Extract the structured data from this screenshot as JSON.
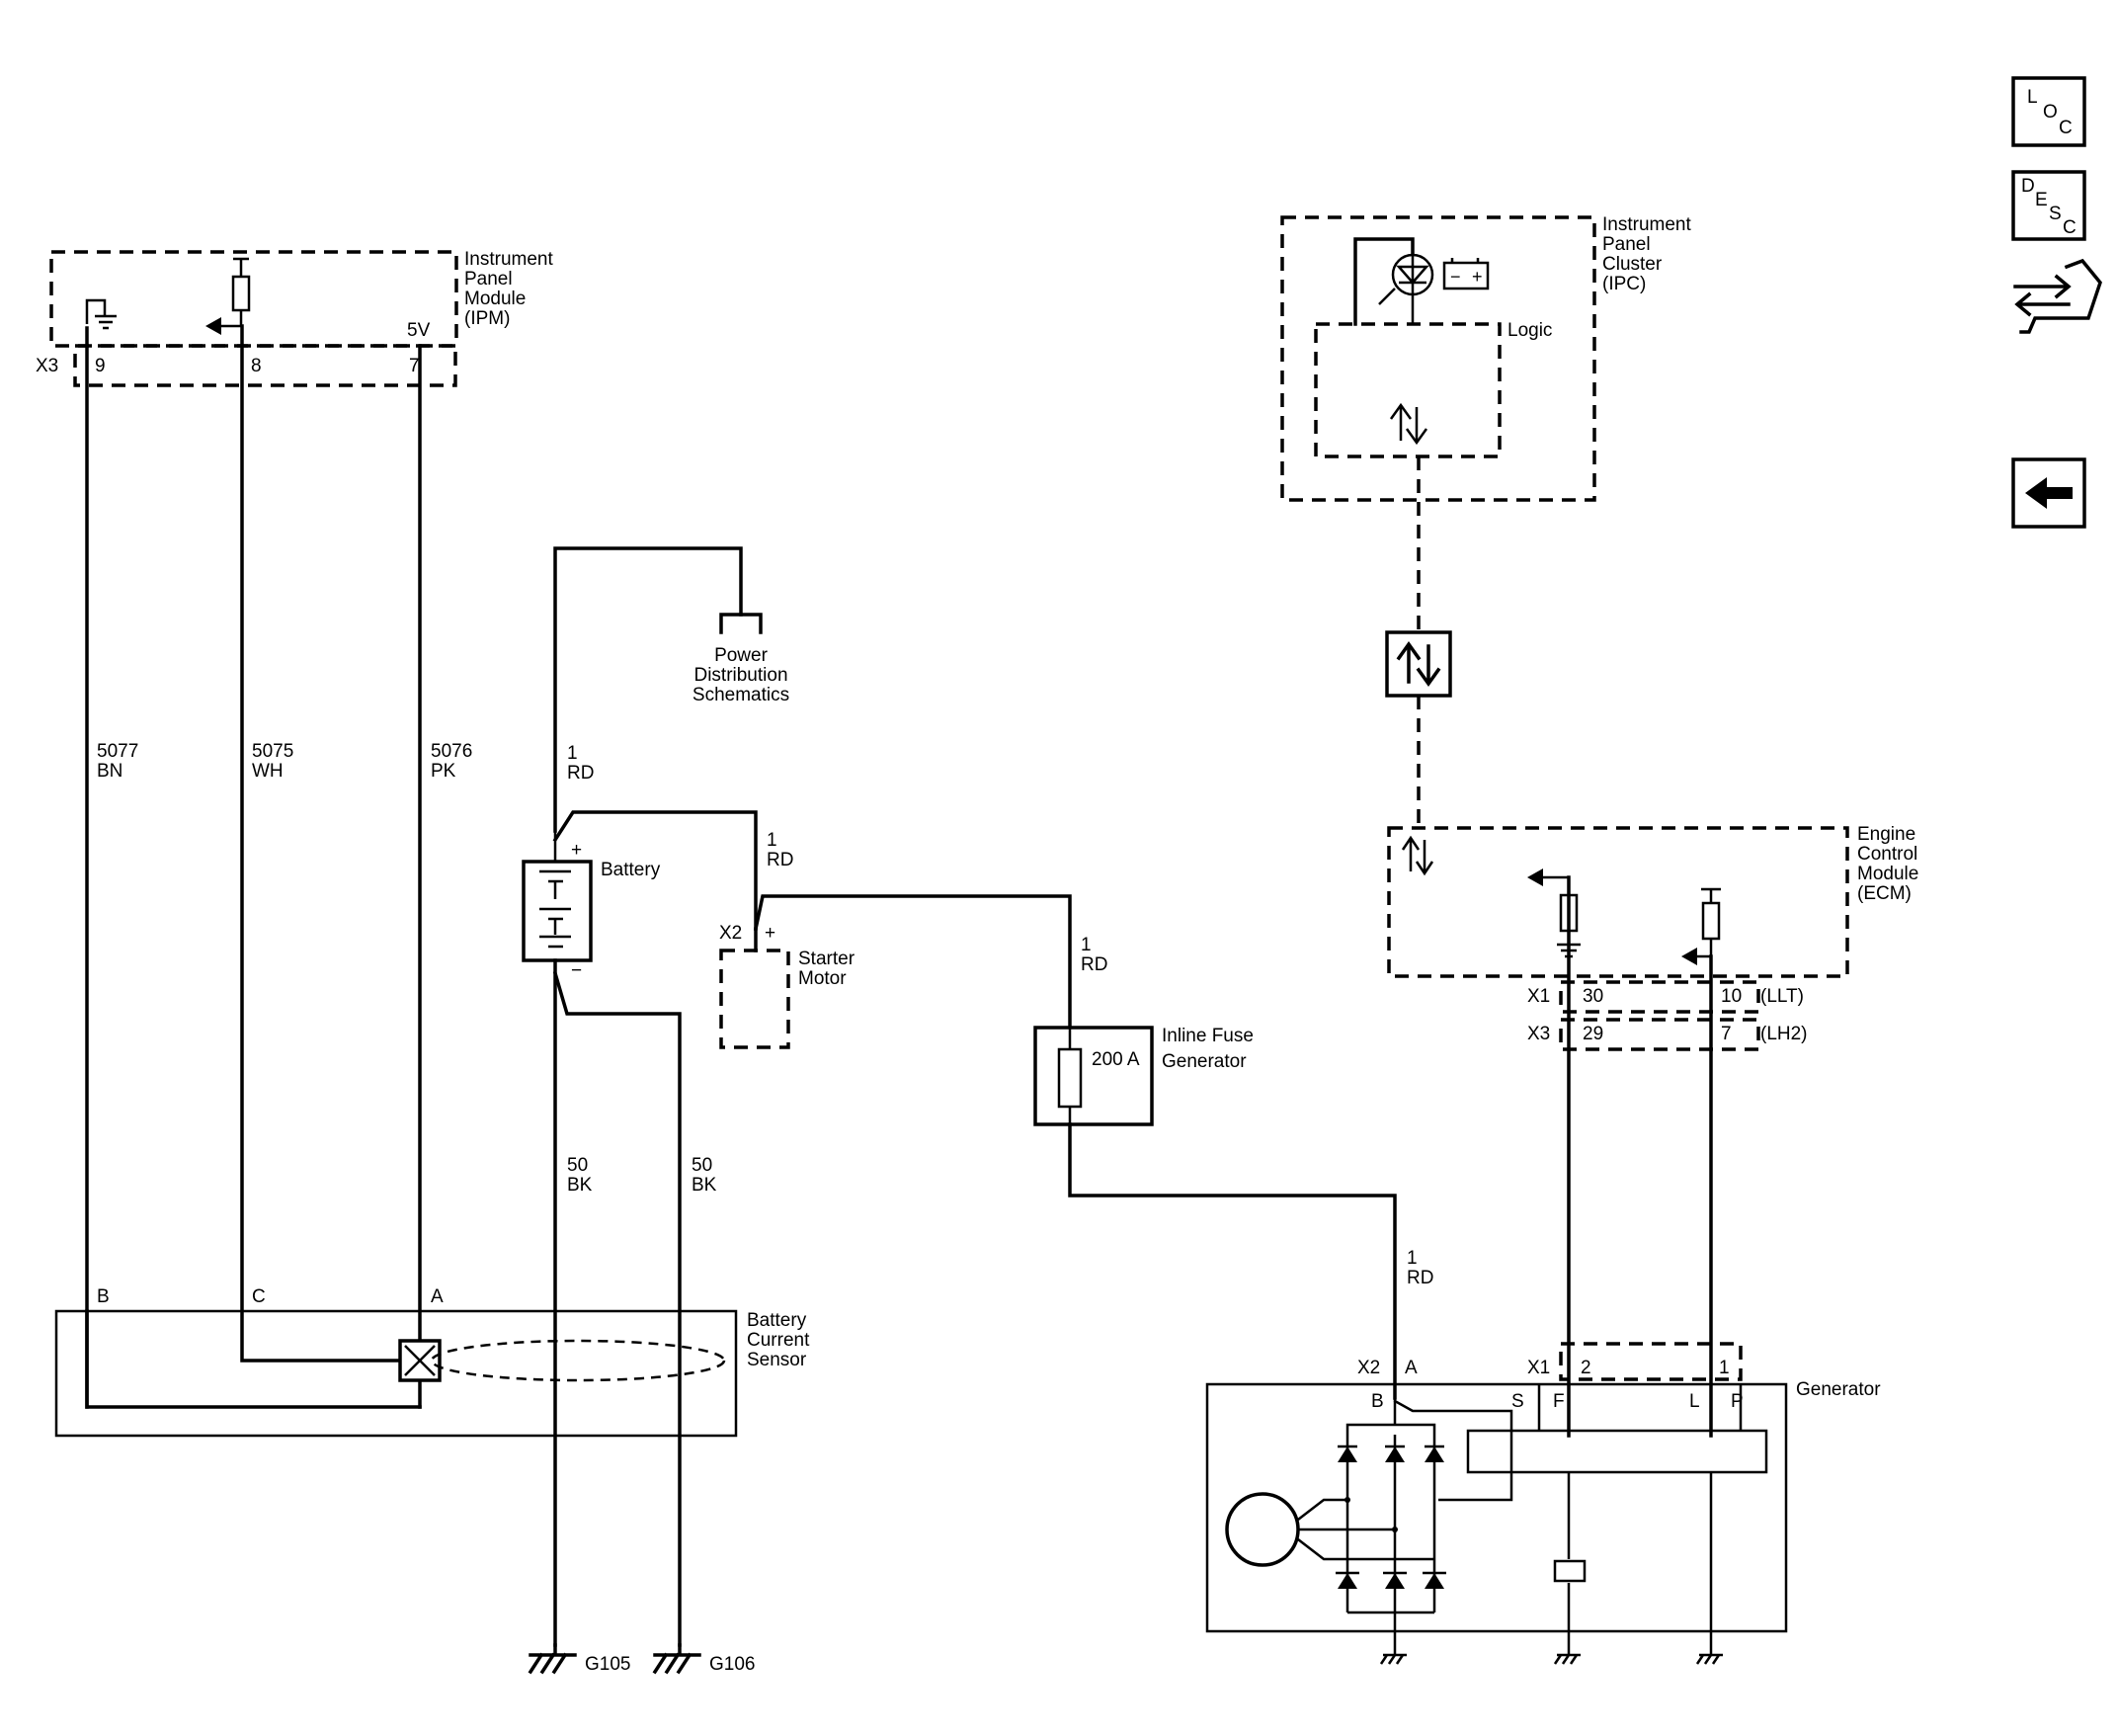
{
  "nav": {
    "loc_letters": [
      "L",
      "O",
      "C"
    ],
    "desc_letters": [
      "D",
      "E",
      "S",
      "C"
    ],
    "icons": [
      "loc-icon",
      "desc-icon",
      "connector-view-icon",
      "back-arrow-icon"
    ]
  },
  "ipm": {
    "name_lines": [
      "Instrument",
      "Panel",
      "Module",
      "(IPM)"
    ],
    "connector": "X3",
    "pins": [
      "9",
      "8",
      "7"
    ],
    "ref_label": "5V"
  },
  "wires": {
    "w5077": [
      "5077",
      "BN"
    ],
    "w5075": [
      "5075",
      "WH"
    ],
    "w5076": [
      "5076",
      "PK"
    ],
    "rd_battery": [
      "1",
      "RD"
    ],
    "rd_starter": [
      "1",
      "RD"
    ],
    "rd_fuse": [
      "1",
      "RD"
    ],
    "rd_generator": [
      "1",
      "RD"
    ],
    "bk_left": [
      "50",
      "BK"
    ],
    "bk_right": [
      "50",
      "BK"
    ]
  },
  "power_distribution": [
    "Power",
    "Distribution",
    "Schematics"
  ],
  "battery": {
    "label": "Battery",
    "plus": "+",
    "minus": "−"
  },
  "starter": {
    "connector": "X2",
    "plus": "+",
    "name_lines": [
      "Starter",
      "Motor"
    ]
  },
  "fuse": {
    "rating": "200 A",
    "name_lines": [
      "Inline Fuse",
      "Generator"
    ]
  },
  "sensor": {
    "name_lines": [
      "Battery",
      "Current",
      "Sensor"
    ],
    "pins": [
      "B",
      "C",
      "A"
    ]
  },
  "grounds": [
    "G105",
    "G106"
  ],
  "ipc": {
    "name_lines": [
      "Instrument",
      "Panel",
      "Cluster",
      "(IPC)"
    ],
    "logic": "Logic",
    "battery_minus": "−",
    "battery_plus": "+"
  },
  "ecm": {
    "name_lines": [
      "Engine",
      "Control",
      "Module",
      "(ECM)"
    ],
    "rows": [
      {
        "connector": "X1",
        "left_pin": "30",
        "right_pin": "10",
        "variant": "(LLT)"
      },
      {
        "connector": "X3",
        "left_pin": "29",
        "right_pin": "7",
        "variant": "(LH2)"
      }
    ]
  },
  "generator": {
    "label": "Generator",
    "x2": "X2",
    "x2_pin": "A",
    "x1": "X1",
    "x1_pins": [
      "2",
      "1"
    ],
    "terminals": [
      "B",
      "S",
      "F",
      "L",
      "P"
    ]
  }
}
